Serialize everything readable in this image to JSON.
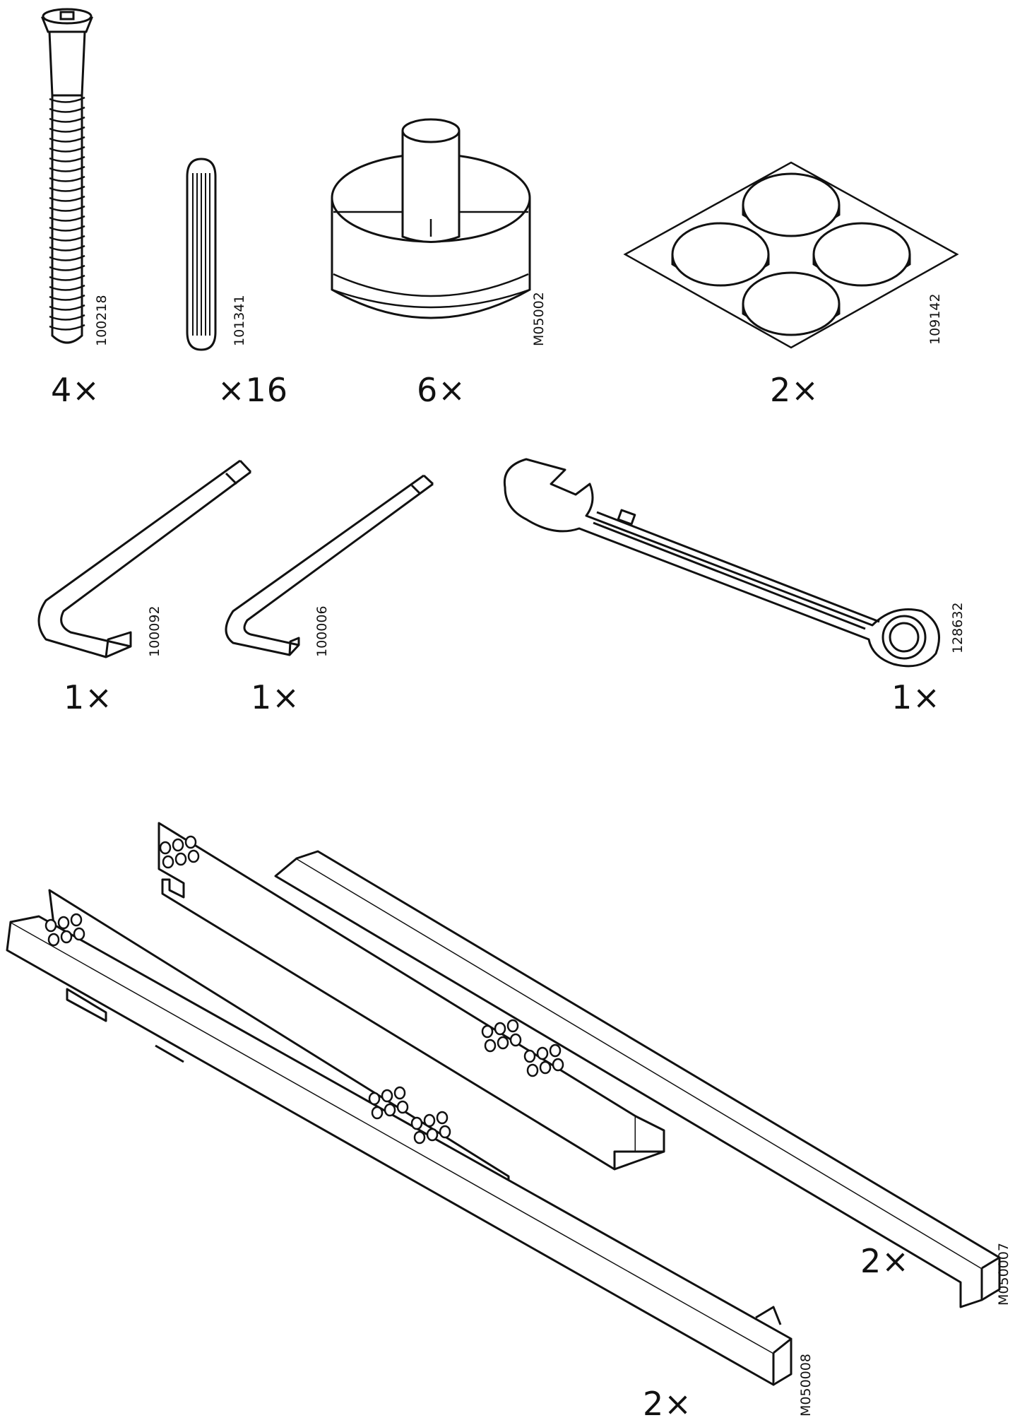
{
  "parts": [
    {
      "code": "100218",
      "qty": "4×"
    },
    {
      "code": "101341",
      "qty": "×16"
    },
    {
      "code": "M05002",
      "qty": "6×"
    },
    {
      "code": "109142",
      "qty": "2×"
    },
    {
      "code": "100092",
      "qty": "1×"
    },
    {
      "code": "100006",
      "qty": "1×"
    },
    {
      "code": "128632",
      "qty": "1×"
    },
    {
      "code": "M050007",
      "qty": "2×"
    },
    {
      "code": "M050008",
      "qty": "2×"
    }
  ]
}
